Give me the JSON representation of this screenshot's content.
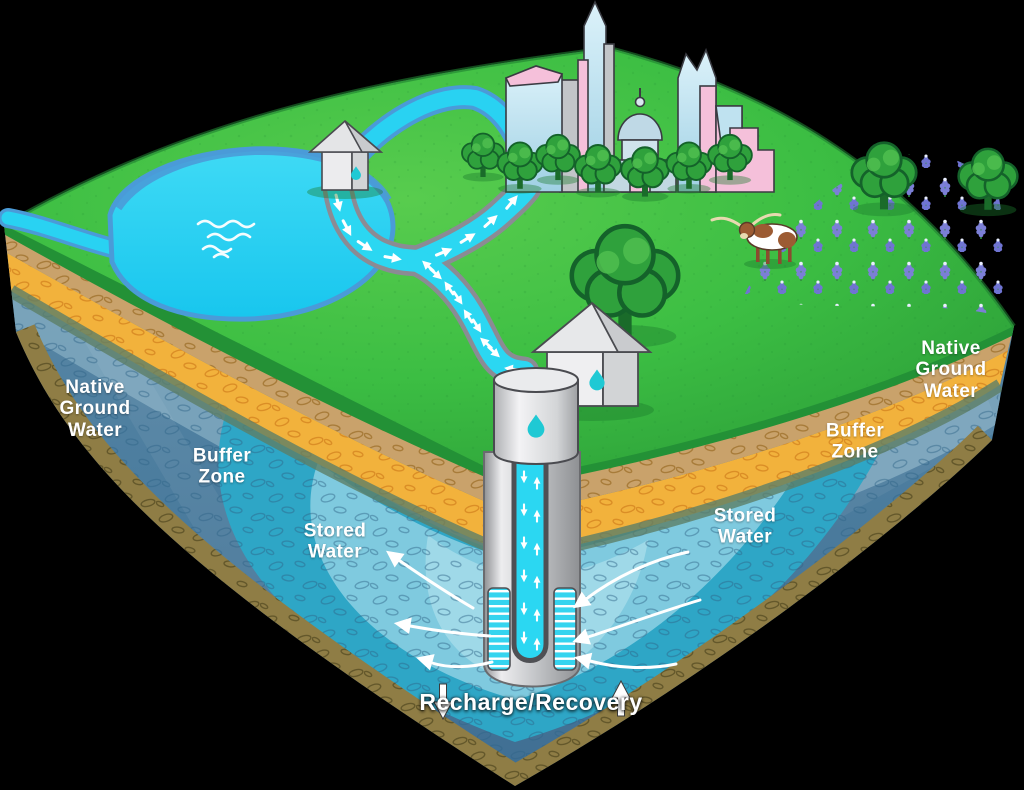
{
  "diagram": {
    "labels": {
      "native_ground_water_left": "Native\nGround\nWater",
      "buffer_zone_left": "Buffer\nZone",
      "stored_water_left": "Stored\nWater",
      "stored_water_right": "Stored\nWater",
      "buffer_zone_right": "Buffer\nZone",
      "native_ground_water_right": "Native\nGround\nWater",
      "recharge_recovery": "Recharge/Recovery"
    },
    "colors": {
      "grass": "#3CBE43",
      "lake_water": "#29D2F2",
      "pipeline_water": "#2BD7F2",
      "pipeline_border": "#8B8B94",
      "sand_layer": "#C9A26B",
      "gold_layer": "#F2B23C",
      "native_groundwater": "#4E7FA0",
      "buffer_zone": "#2EA6C6",
      "stored_water": "#7FCADF",
      "bedrock": "#8F7D45",
      "well_casing": "#C7C9CB",
      "droplet": "#1FC9D4",
      "bluebonnet": "#7B7FD6",
      "label_text": "#FFFFFF"
    },
    "icons": [
      "water-droplet-icon",
      "flow-arrow-icon",
      "recharge-down-arrow-icon",
      "recovery-up-arrow-icon"
    ]
  }
}
